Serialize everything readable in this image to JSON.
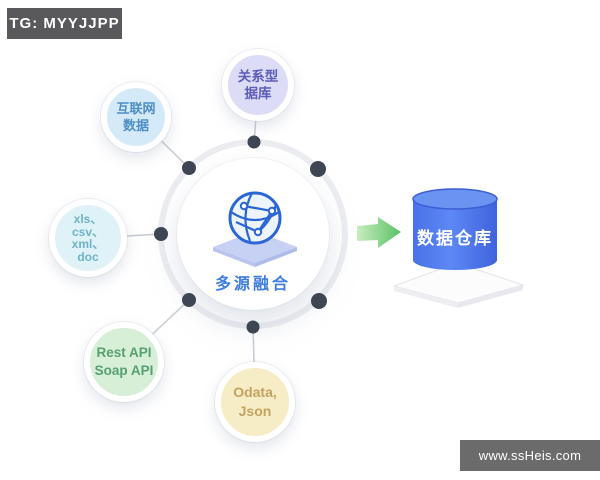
{
  "badge": {
    "text": "TG: MYYJJPP",
    "bg": "#59595c",
    "fg": "#ffffff"
  },
  "diagram": {
    "hub": {
      "label": "多源融合",
      "label_color": "#3f7de0",
      "icon": "network-globe-icon",
      "ring_color": "#ecedf1",
      "dot_color": "#3e4553",
      "globe_color": "#2b66d6",
      "platform_color": "#c7d1f3"
    },
    "sources": [
      {
        "name": "relational-db",
        "lines": [
          "关系型",
          "据库"
        ],
        "fill": "#dcdcf6",
        "text_color": "#5c5cba"
      },
      {
        "name": "internet-data",
        "lines": [
          "互联网",
          "数据"
        ],
        "fill": "#d5eaf9",
        "text_color": "#4e8ec6"
      },
      {
        "name": "file-formats",
        "lines": [
          "xls、",
          "csv、",
          "xml、",
          "doc"
        ],
        "fill": "#dff2f8",
        "text_color": "#6fb3c8"
      },
      {
        "name": "apis",
        "lines": [
          "Rest API",
          "Soap API"
        ],
        "fill": "#d7eed7",
        "text_color": "#56a071"
      },
      {
        "name": "odata-json",
        "lines": [
          "Odata,",
          "Json"
        ],
        "fill": "#f6ecc6",
        "text_color": "#c3a360"
      }
    ],
    "arrow": {
      "icon": "arrow-right-icon",
      "color_from": "#c9ecc0",
      "color_to": "#58c264"
    },
    "warehouse": {
      "label": "数据仓库",
      "label_color": "#ffffff",
      "body_color": "#5d88f6",
      "icon": "database-icon"
    }
  },
  "watermark": {
    "text": "www.ssHeis.com",
    "bg": "#6b6b6b",
    "fg": "#ffffff"
  }
}
